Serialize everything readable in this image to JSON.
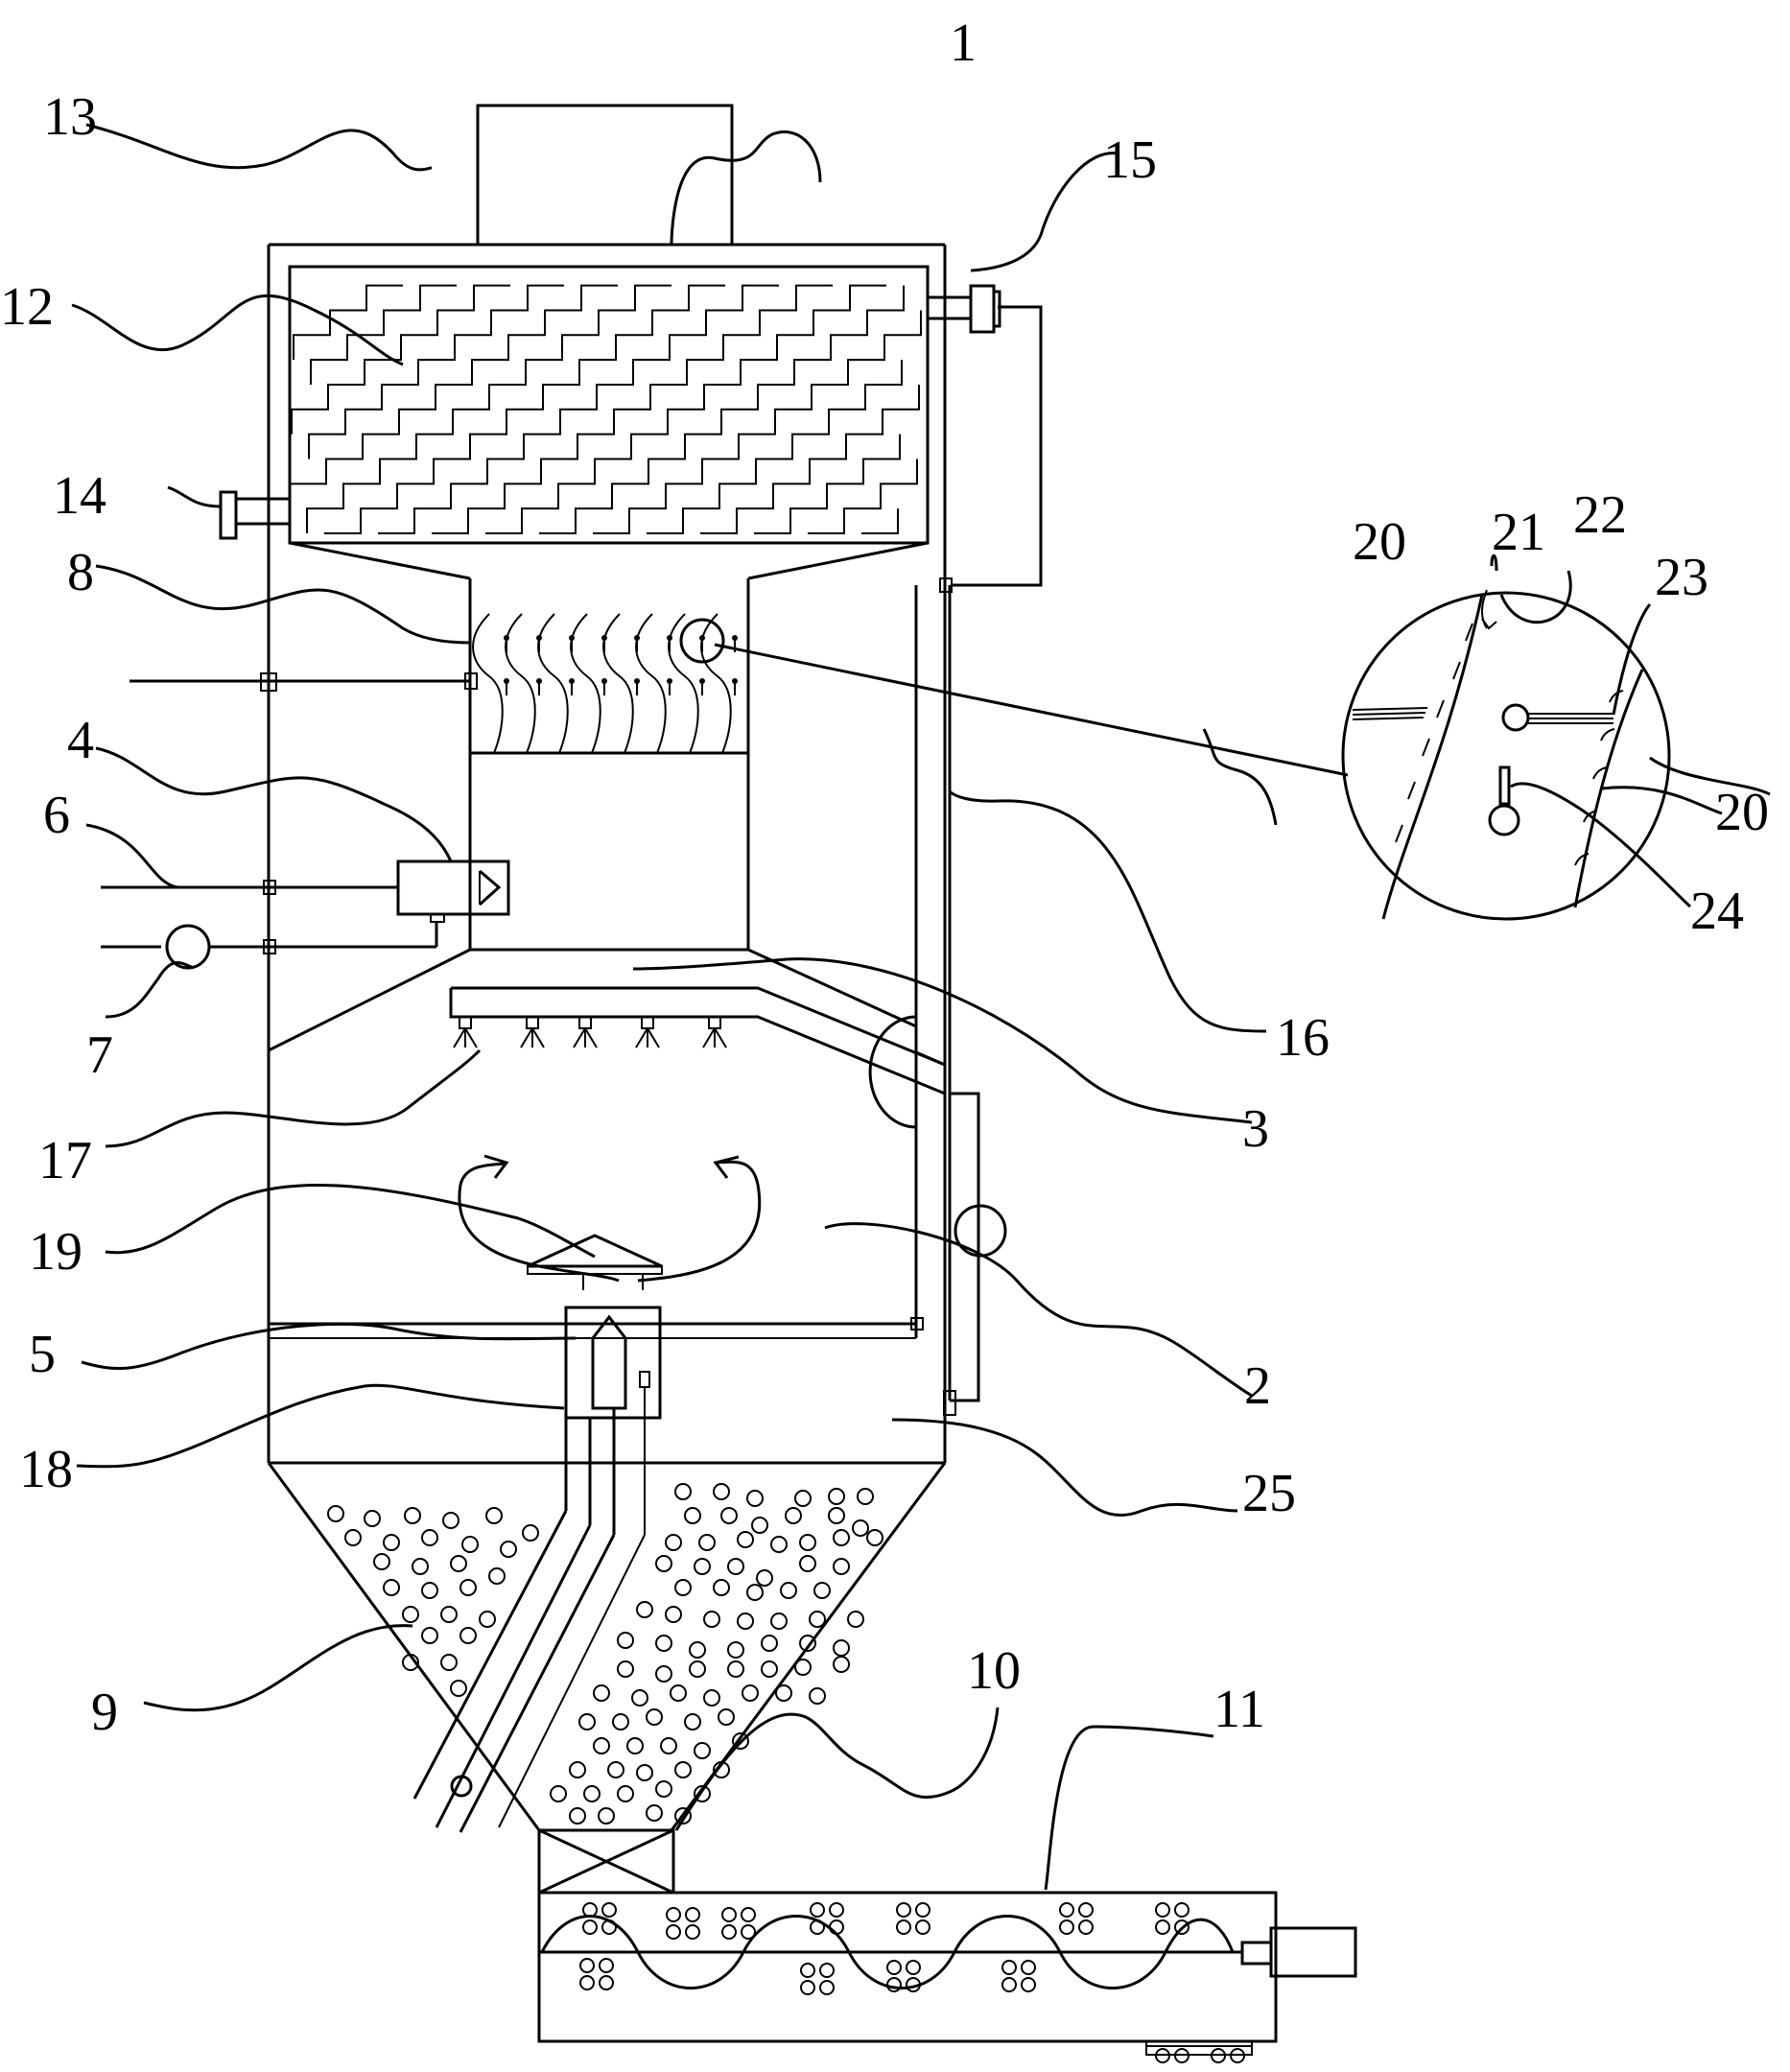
{
  "labels": {
    "l1": "1",
    "l2": "2",
    "l3": "3",
    "l4": "4",
    "l5": "5",
    "l6": "6",
    "l7": "7",
    "l8": "8",
    "l9": "9",
    "l10": "10",
    "l11": "11",
    "l12": "12",
    "l13": "13",
    "l14": "14",
    "l15": "15",
    "l16": "16",
    "l17": "17",
    "l18": "18",
    "l19": "19",
    "l20a": "20",
    "l20b": "20",
    "l21": "21",
    "l22": "22",
    "l23": "23",
    "l24": "24",
    "l25": "25"
  }
}
